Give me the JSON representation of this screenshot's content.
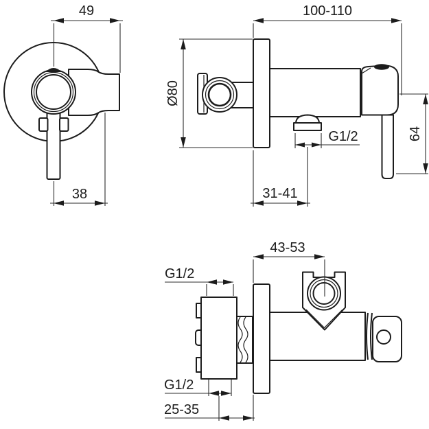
{
  "front": {
    "width": "49",
    "handle_to_holder": "38"
  },
  "side": {
    "depth": "100-110",
    "plate_diameter": "Ø80",
    "outlet_thread": "G1/2",
    "lever_drop": "64",
    "outlet_to_wall": "31-41"
  },
  "top": {
    "holder_to_wall": "43-53",
    "thread_top": "G1/2",
    "thread_bottom": "G1/2",
    "inlet_to_wall": "25-35"
  },
  "colors": {
    "background": "#ffffff",
    "line": "#1c1c1c"
  }
}
